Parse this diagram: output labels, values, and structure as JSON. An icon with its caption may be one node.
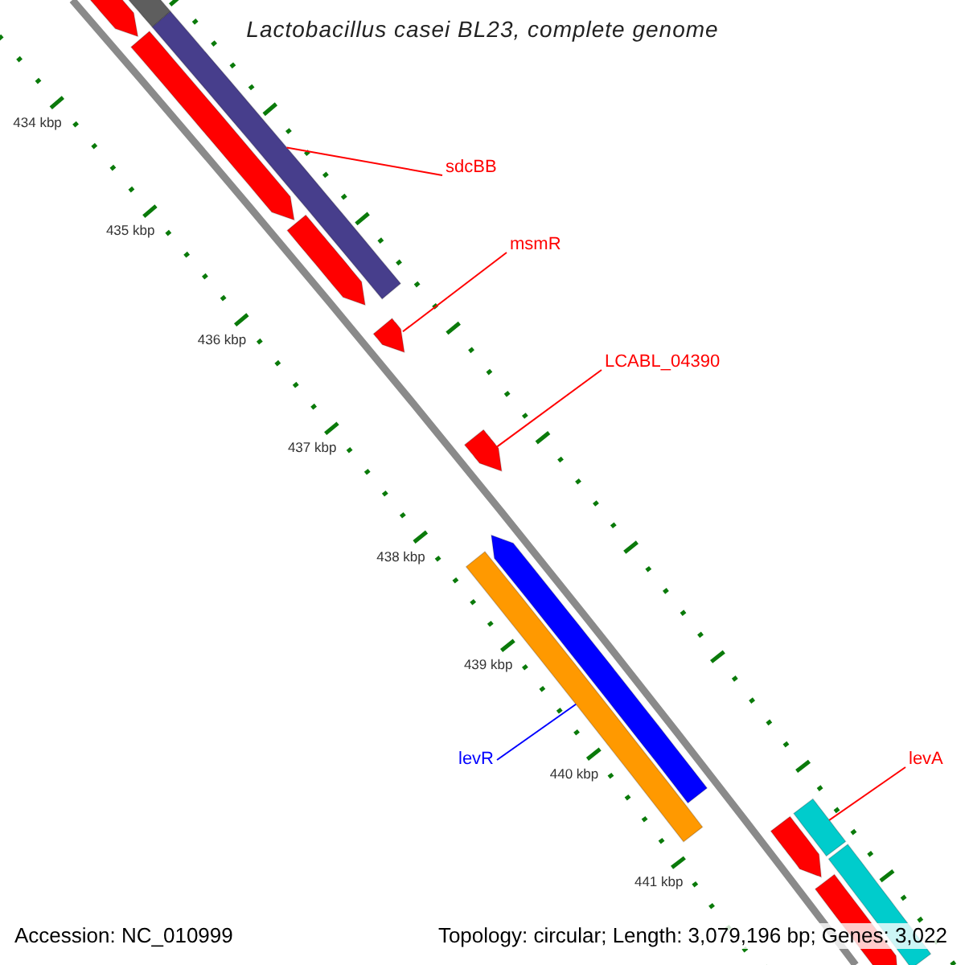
{
  "diagram": {
    "title": "Lactobacillus casei BL23, complete genome",
    "nodes": [
      {
        "text": [
          "sdcBB"
        ]
      },
      {
        "text": [
          "msmR"
        ]
      },
      {
        "text": [
          "LCABL_04390"
        ]
      },
      {
        "text": [
          "levR"
        ]
      },
      {
        "text": [
          "levA"
        ]
      },
      {
        "text": [],
        "shape": "bar"
      },
      {
        "text": [],
        "shape": "bar"
      },
      {
        "text": [],
        "shape": "bar"
      },
      {
        "text": [],
        "shape": "bar"
      },
      {
        "text": [],
        "shape": "bar"
      }
    ],
    "edges": [
      {
        "from": 0,
        "to": 5,
        "arrow": "none"
      },
      {
        "from": 1,
        "to": 6,
        "arrow": "none"
      },
      {
        "from": 2,
        "to": 7,
        "arrow": "none"
      },
      {
        "from": 3,
        "to": 8,
        "arrow": "none",
        "color": "#0000ff"
      },
      {
        "from": 4,
        "to": 9,
        "arrow": "none"
      }
    ],
    "labels": [
      "434 kbp",
      "435 kbp",
      "436 kbp",
      "437 kbp",
      "438 kbp",
      "439 kbp",
      "440 kbp",
      "441 kbp",
      "Accession: NC_010999",
      "Topology: circular; Length: 3,079,196 bp; Genes: 3,022"
    ]
  }
}
